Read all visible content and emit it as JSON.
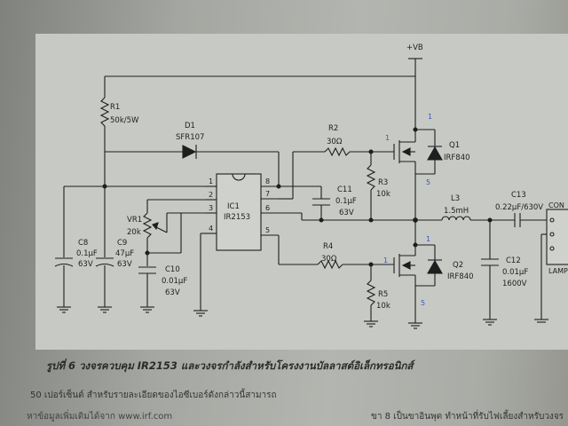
{
  "diagram": {
    "supply": "+VB",
    "r1": {
      "name": "R1",
      "value": "50k/5W"
    },
    "d1": {
      "name": "D1",
      "value": "SFR107"
    },
    "ic": {
      "name": "IC1",
      "part": "IR2153",
      "pins": [
        "1",
        "2",
        "3",
        "4",
        "5",
        "6",
        "7",
        "8"
      ]
    },
    "vr1": {
      "name": "VR1",
      "value": "20k"
    },
    "r2": {
      "name": "R2",
      "value": "30Ω"
    },
    "r3": {
      "name": "R3",
      "value": "10k"
    },
    "r4": {
      "name": "R4",
      "value": "30Ω"
    },
    "r5": {
      "name": "R5",
      "value": "10k"
    },
    "c8": {
      "name": "C8",
      "value": "0.1µF",
      "rating": "63V"
    },
    "c9": {
      "name": "C9",
      "value": "47µF",
      "rating": "63V"
    },
    "c10": {
      "name": "C10",
      "value": "0.01µF",
      "rating": "63V"
    },
    "c11": {
      "name": "C11",
      "value": "0.1µF",
      "rating": "63V"
    },
    "c12": {
      "name": "C12",
      "value": "0.01µF",
      "rating": "1600V"
    },
    "c13": {
      "name": "C13",
      "value": "0.22µF/630V"
    },
    "l3": {
      "name": "L3",
      "value": "1.5mH"
    },
    "q1": {
      "name": "Q1",
      "part": "IRF840"
    },
    "q2": {
      "name": "Q2",
      "part": "IRF840"
    },
    "connector": {
      "top": "CON",
      "bottom": "LAMP"
    },
    "annotations": {
      "a1": "1",
      "a2": "1",
      "a3": "5",
      "a4": "1",
      "a5": "1",
      "a6": "5"
    }
  },
  "caption": "รูปที่ 6 วงจรควบคุม IR2153 และวงจรกำลังสำหรับโครงงานบัลลาสต์อิเล็กทรอนิกส์",
  "text": {
    "line1": "50 เปอร์เซ็นต์ สำหรับรายละเอียดของไอซีเบอร์ดังกล่าวนี้สามารถ",
    "line2": "หาข้อมูลเพิ่มเติมได้จาก www.irf.com",
    "line3": "ขา 8 เป็นขาอินพุต ทำหน้าที่รับไฟเลี้ยงสำหรับวงจร"
  }
}
